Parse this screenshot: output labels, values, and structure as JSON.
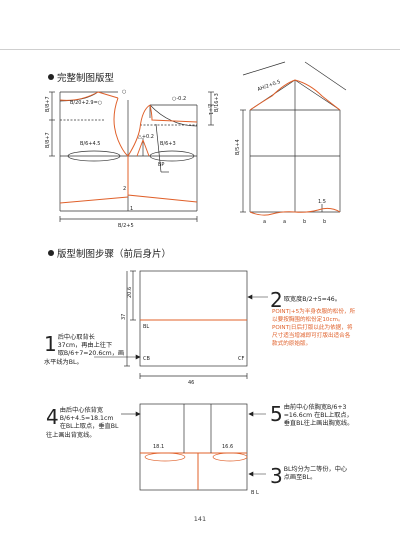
{
  "section1": {
    "title": "完整制图版型"
  },
  "section2": {
    "title": "版型制图步骤（前后身片）"
  },
  "fig1": {
    "neck_formula": "B/20+2.9=○",
    "neck_o": "○-0.2",
    "mark_o2": "○",
    "left_dim_top": "B/8+7",
    "left_dim_mid": "B/8+7",
    "chest_left": "B/6+4.5",
    "chest_right": "B/6+3",
    "apex": "△+0.2",
    "mark_2": "2",
    "mark_bp": "BP",
    "mark_1": "1",
    "bottom_dim": "B/2+5",
    "right_vert_label1": "△+1",
    "right_vert_label2": "B/16+3"
  },
  "fig2": {
    "sleeve_label": "AH/2+0.5",
    "height_label": "B/5+4",
    "mark_1_5": "1.5",
    "labels": [
      "a",
      "a",
      "b",
      "b"
    ]
  },
  "fig3": {
    "left_dim1": "20.6",
    "left_dim2": "37",
    "bl_label": "BL",
    "cb_label": "CB",
    "cf_label": "CF",
    "bottom_dim": "46"
  },
  "fig4": {
    "left_val": "18.1",
    "right_val": "16.6",
    "bl_label": "B L"
  },
  "steps": {
    "s1": {
      "num": "1",
      "lines": [
        "后中心取背长",
        "37cm，再由上往下",
        "取B/6+7=20.6cm，画",
        "水平线为BL。"
      ]
    },
    "s2": {
      "num": "2",
      "lines": [
        "取宽度B/2+5=46。"
      ]
    },
    "s3": {
      "num": "3",
      "lines": [
        "BL均分为二等份，中心",
        "点画至BL。"
      ]
    },
    "s4": {
      "num": "4",
      "lines": [
        "由后中心依背宽",
        "B/6+4.5=18.1cm",
        "在BL上取点，垂直BL",
        "往上画出背宽线。"
      ]
    },
    "s5": {
      "num": "5",
      "lines": [
        "由前中心依胸宽B/6+3",
        "=16.6cm 在BL上取点，",
        "垂直BL往上画出胸宽线。"
      ]
    }
  },
  "point": {
    "line1": "POINT|+5为半身衣服的松份，所",
    "line2": "以要按胸围的松份定10cm。",
    "line3": "POINT|日后打版以此为依据，将",
    "line4": "尺寸适当增减即可打版出适合各",
    "line5": "款式的原始版。"
  },
  "page": {
    "number": "141"
  }
}
